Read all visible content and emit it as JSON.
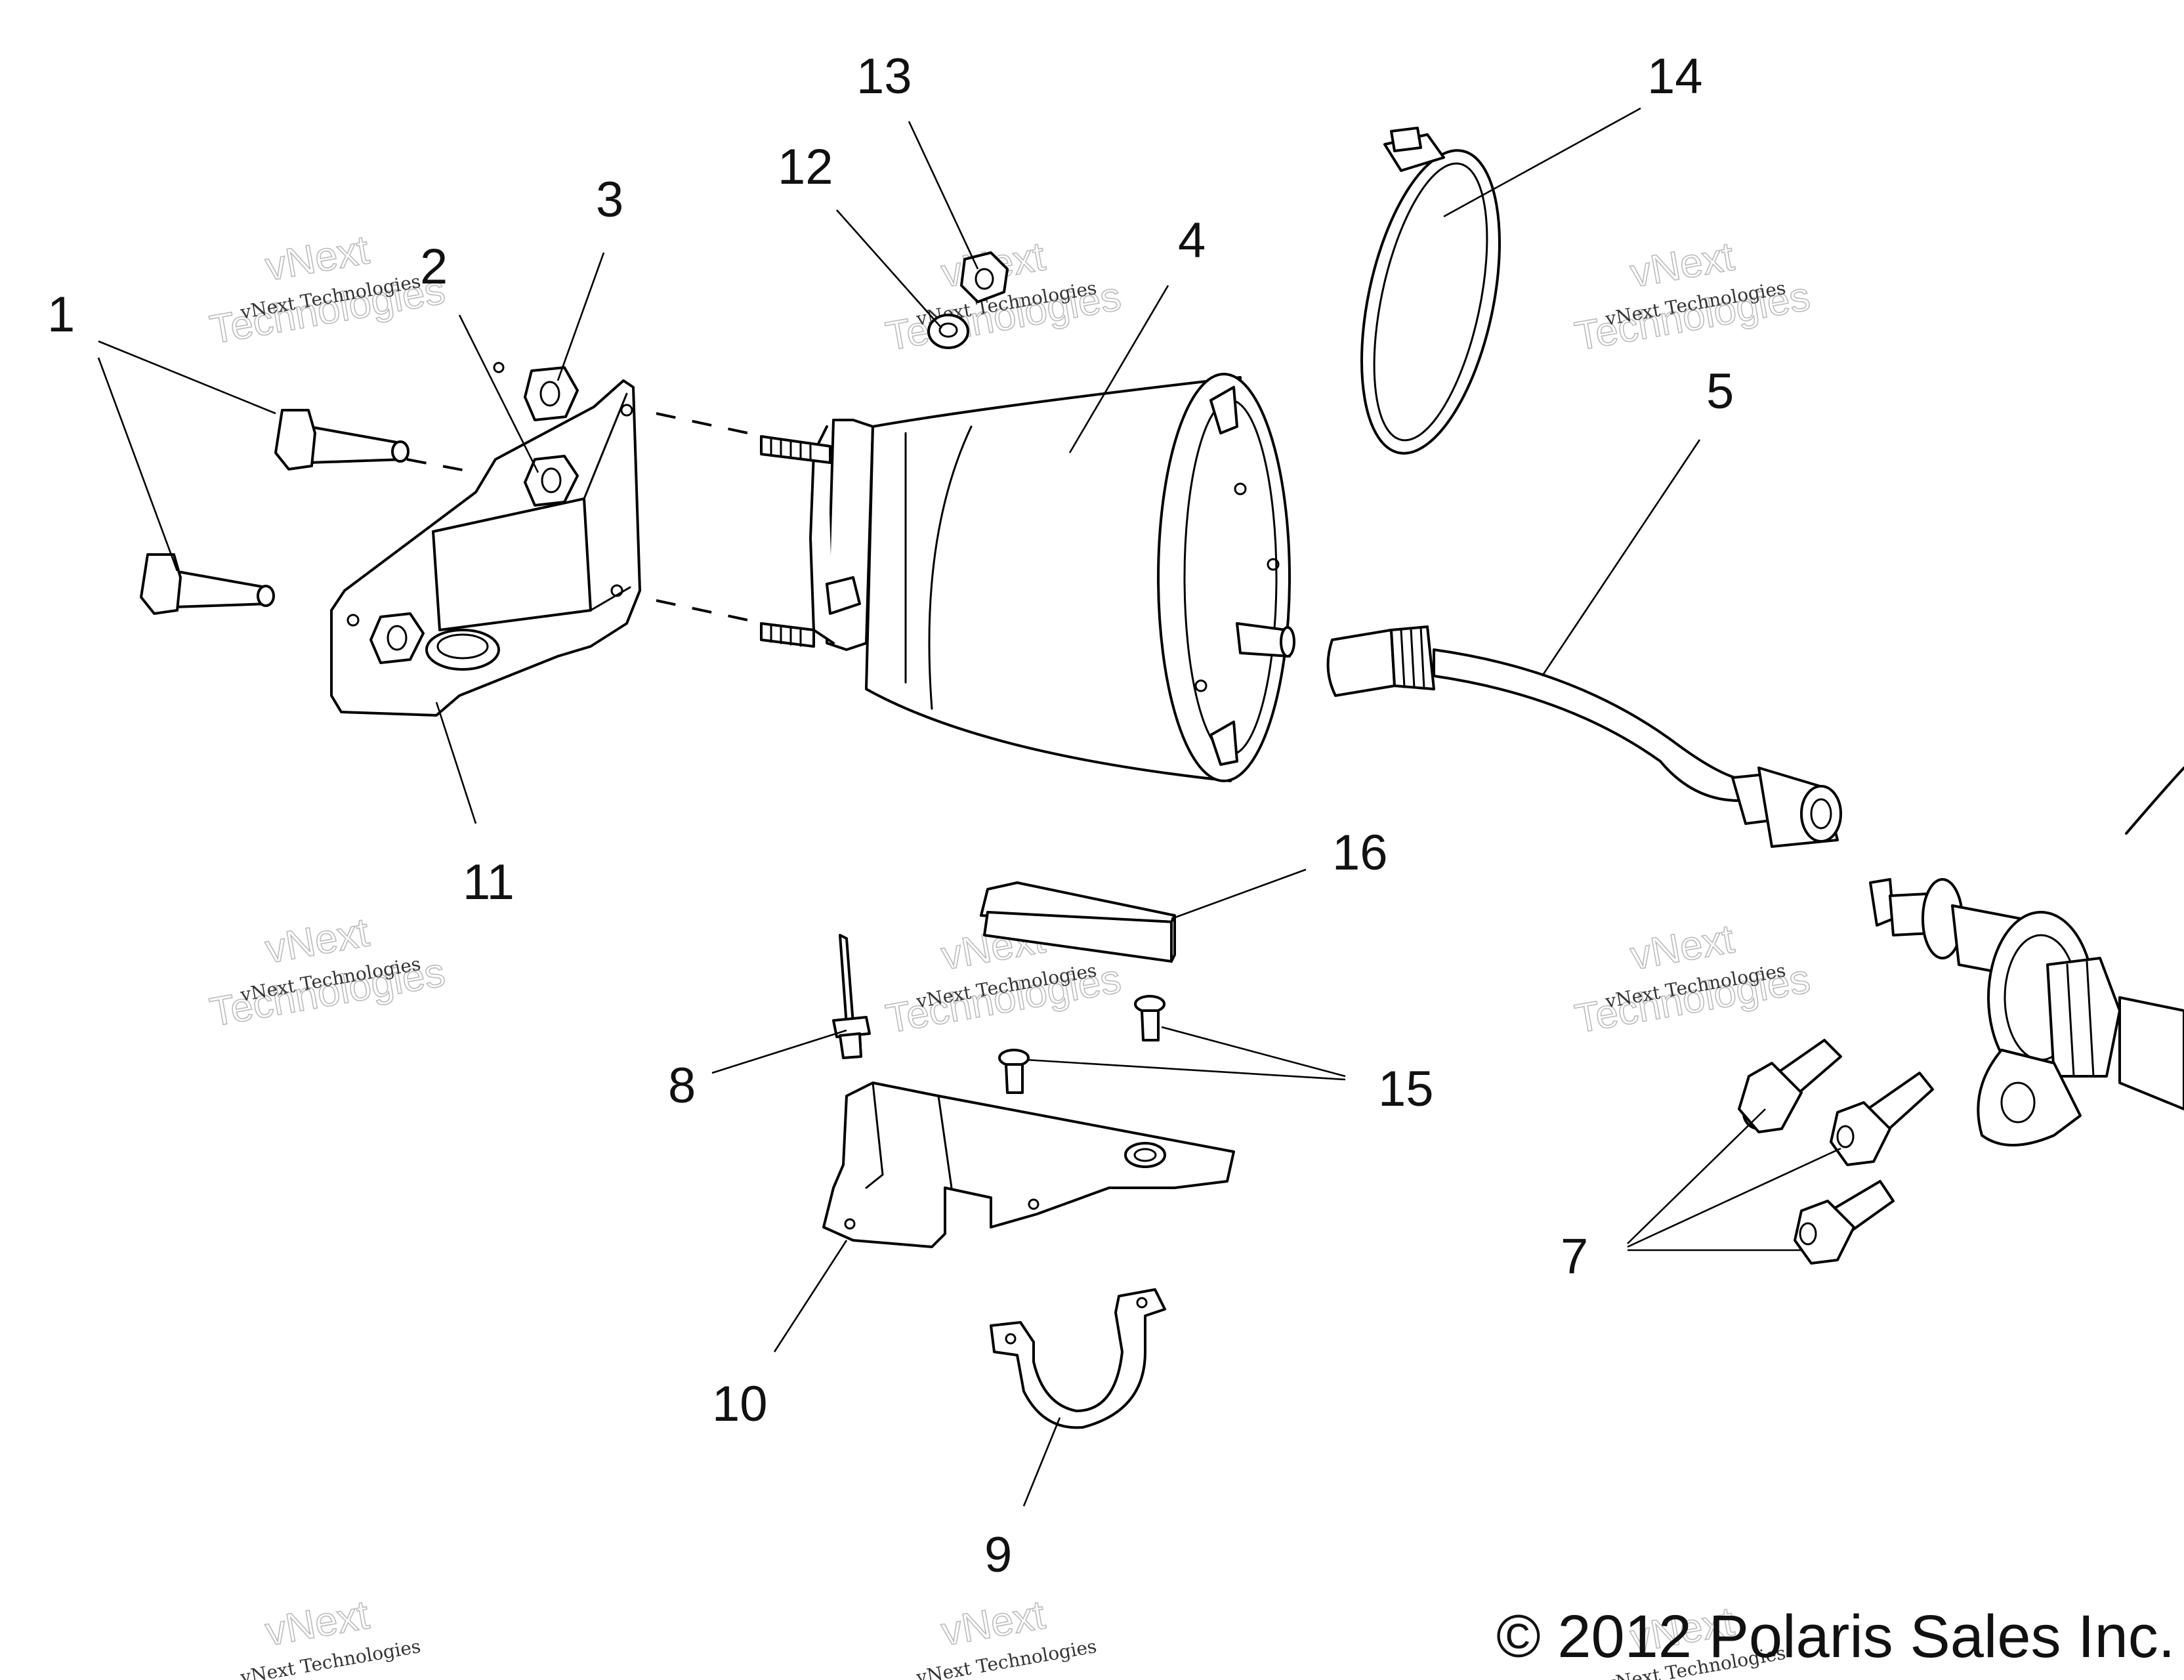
{
  "callouts": {
    "c1": "1",
    "c2": "2",
    "c3": "3",
    "c4": "4",
    "c5": "5",
    "c7": "7",
    "c8": "8",
    "c9": "9",
    "c10": "10",
    "c11": "11",
    "c12": "12",
    "c13": "13",
    "c14": "14",
    "c15": "15",
    "c16": "16"
  },
  "watermark": {
    "line1": "vNext Technologies",
    "line2": "vNext",
    "line3": "Technologies"
  },
  "copyright": "© 2012 Polaris Sales Inc."
}
